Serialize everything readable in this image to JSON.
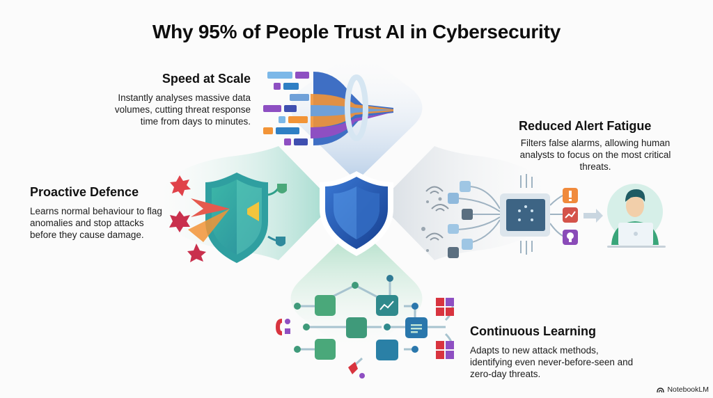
{
  "title": "Why 95% of People Trust AI in Cybersecurity",
  "sections": {
    "speed": {
      "heading": "Speed at Scale",
      "body": "Instantly analyses massive data volumes, cutting threat response time from days to minutes.",
      "icon": "data-funnel-icon",
      "colors": [
        "#7cb8e8",
        "#8e4fc2",
        "#2f7fc4",
        "#f29437",
        "#3f4fb0"
      ]
    },
    "fatigue": {
      "heading": "Reduced Alert Fatigue",
      "body": "Filters false alarms, allowing human analysts to focus on the most critical threats.",
      "icon": "ai-chip-filter-icon",
      "outputs": [
        "alert-icon",
        "trend-icon",
        "lightbulb-icon"
      ],
      "output_colors": [
        "#f08a3c",
        "#d4534a",
        "#8a4bb8"
      ]
    },
    "proactive": {
      "heading": "Proactive Defence",
      "body": "Learns normal behaviour to flag anomalies and stop attacks before they cause damage.",
      "icon": "shield-deflect-icon",
      "colors": [
        "#2fa3a0",
        "#f2c53d",
        "#e55a4e",
        "#c9304d"
      ]
    },
    "learning": {
      "heading": "Continuous Learning",
      "body": "Adapts to new attack methods, identifying even never-before-seen and zero-day threats.",
      "icon": "neural-network-icon",
      "colors": [
        "#4aa87a",
        "#2f8a8c",
        "#2a77ac",
        "#d8343f",
        "#8e4fc2"
      ]
    }
  },
  "center": {
    "icon": "shield-icon",
    "color": "#1f4fa3"
  },
  "brand": {
    "label": "NotebookLM",
    "icon": "notebooklm-icon"
  }
}
